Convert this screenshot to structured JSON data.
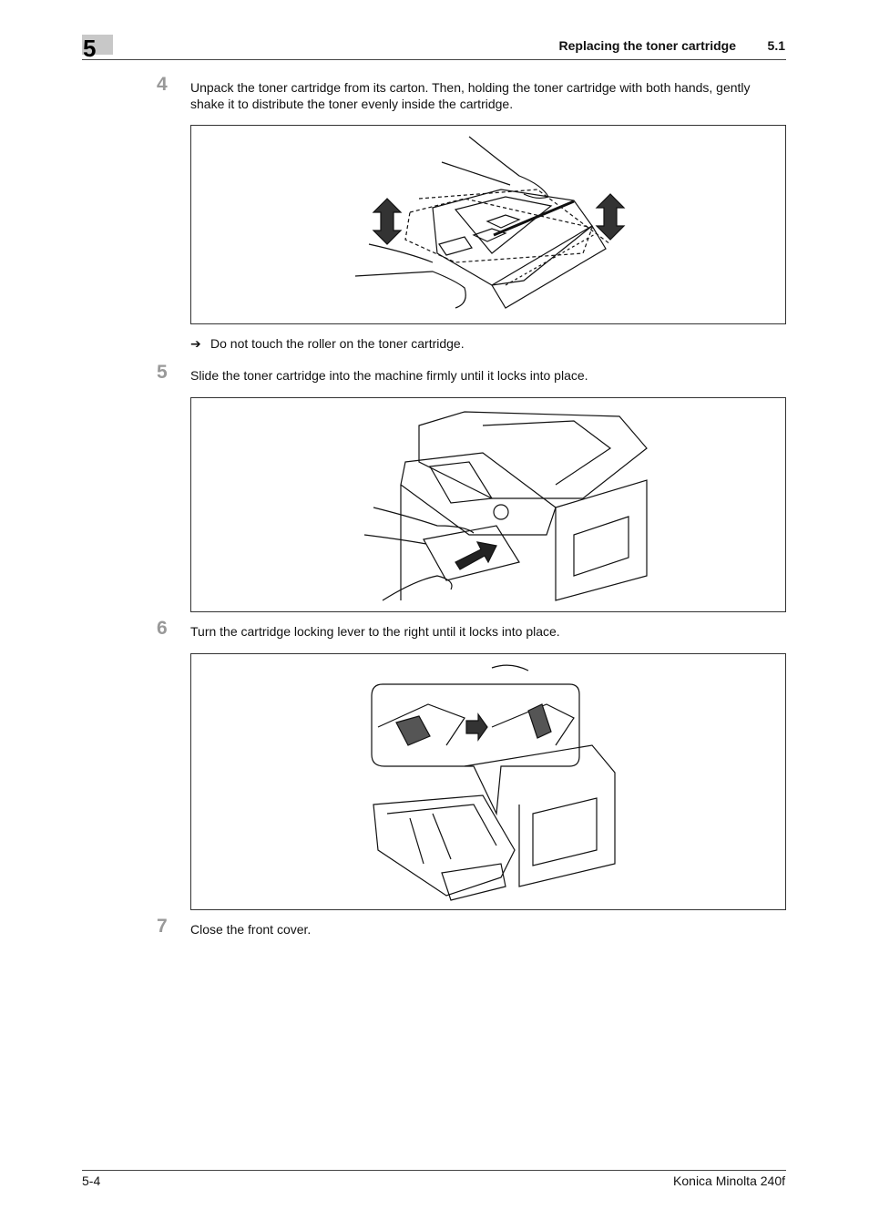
{
  "header": {
    "chapter": "5",
    "title": "Replacing the toner cartridge",
    "section": "5.1"
  },
  "steps": [
    {
      "num": "4",
      "text": "Unpack the toner cartridge from its carton. Then, holding the toner cartridge with both hands, gently shake it to distribute the toner evenly inside the cartridge."
    },
    {
      "num": "5",
      "text": "Slide the toner cartridge into the machine firmly until it locks into place."
    },
    {
      "num": "6",
      "text": "Turn the cartridge locking lever to the right until it locks into place."
    },
    {
      "num": "7",
      "text": "Close the front cover."
    }
  ],
  "note": {
    "arrow": "➔",
    "text": "Do not touch the roller on the toner cartridge."
  },
  "footer": {
    "page": "5-4",
    "product": "Konica Minolta 240f"
  }
}
